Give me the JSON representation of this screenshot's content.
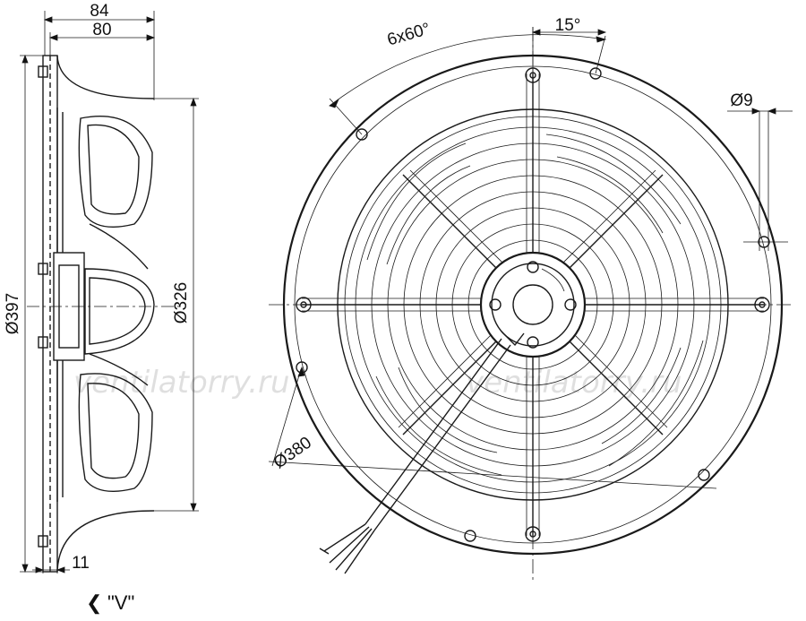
{
  "side_view": {
    "dim_overall_depth": "84",
    "dim_flange_depth": "80",
    "dim_outer_diameter": "Ø397",
    "dim_inner_diameter": "Ø326",
    "dim_flange_thickness": "11"
  },
  "front_view": {
    "dim_hole_pattern": "6x60°",
    "dim_hole_offset_angle": "15°",
    "dim_hole_diameter": "Ø9",
    "dim_hole_circle": "Ø380"
  },
  "view_label": "\"V\"",
  "view_arrow_glyph": "❮",
  "watermark_left": "ventilatorry.ru",
  "watermark_right": "ventilatorry.ru"
}
